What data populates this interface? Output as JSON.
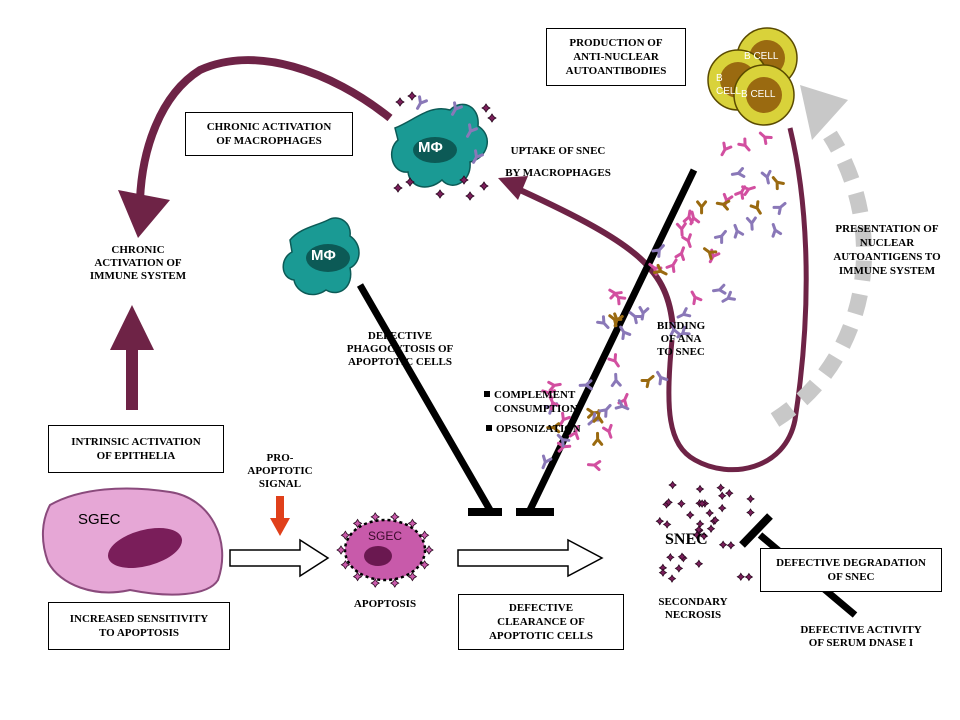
{
  "colors": {
    "arrow_maroon": "#6e2346",
    "inhibit_black": "#000000",
    "macrophage_teal": "#1a9a94",
    "epithelial_pink": "#e6a7d6",
    "nucleus_purple": "#7a1e5a",
    "bcell_yellow": "#d9d23a",
    "bcell_brown": "#9a6a10",
    "antibody_purple": "#8a78b8",
    "antibody_pink": "#d24fa0",
    "presentation_gray": "#c8c8c8",
    "signal_red": "#e0401a"
  },
  "boxes": {
    "chronic_macrophages": "CHRONIC ACTIVATION\nOF MACROPHAGES",
    "anti_nuclear": "PRODUCTION OF\nANTI-NUCLEAR\nAUTOANTIBODIES",
    "intrinsic_activation": "INTRINSIC ACTIVATION\nOF EPITHELIA",
    "increased_sensitivity": "INCREASED SENSITIVITY\nTO APOPTOSIS",
    "defective_clearance": "DEFECTIVE\nCLEARANCE OF\nAPOPTOTIC CELLS",
    "defective_degradation": "DEFECTIVE DEGRADATION\nOF SNEC"
  },
  "labels": {
    "chronic_immune": "CHRONIC\nACTIVATION OF\nIMMUNE SYSTEM",
    "uptake": "UPTAKE OF SNEC\nBY MACROPHAGES",
    "defective_phagocytosis": "DEFECTIVE\nPHAGOCYTOSIS OF\nAPOPTOTIC CELLS",
    "pro_apoptotic": "PRO-\nAPOPTOTIC\nSIGNAL",
    "apoptosis": "APOPTOSIS",
    "secondary_necrosis": "SECONDARY\nNECROSIS",
    "binding": "BINDING\nOF ANA\nTO SNEC",
    "presentation": "PRESENTATION OF\nNUCLEAR\nAUTOANTIGENS TO\nIMMUNE SYSTEM",
    "dnase": "DEFECTIVE ACTIVITY\nOF SERUM DNASE I",
    "complement": "COMPLEMENT\nCONSUMPTION",
    "opsonization": "OPSONIZATION"
  },
  "cells": {
    "sgec": "SGEC",
    "sgec_apoptotic": "SGEC",
    "snec": "SNEC",
    "macrophage_1": "MΦ",
    "macrophage_2": "MΦ",
    "bcells": [
      "B CELL",
      "B CELL",
      "B CELL"
    ]
  }
}
